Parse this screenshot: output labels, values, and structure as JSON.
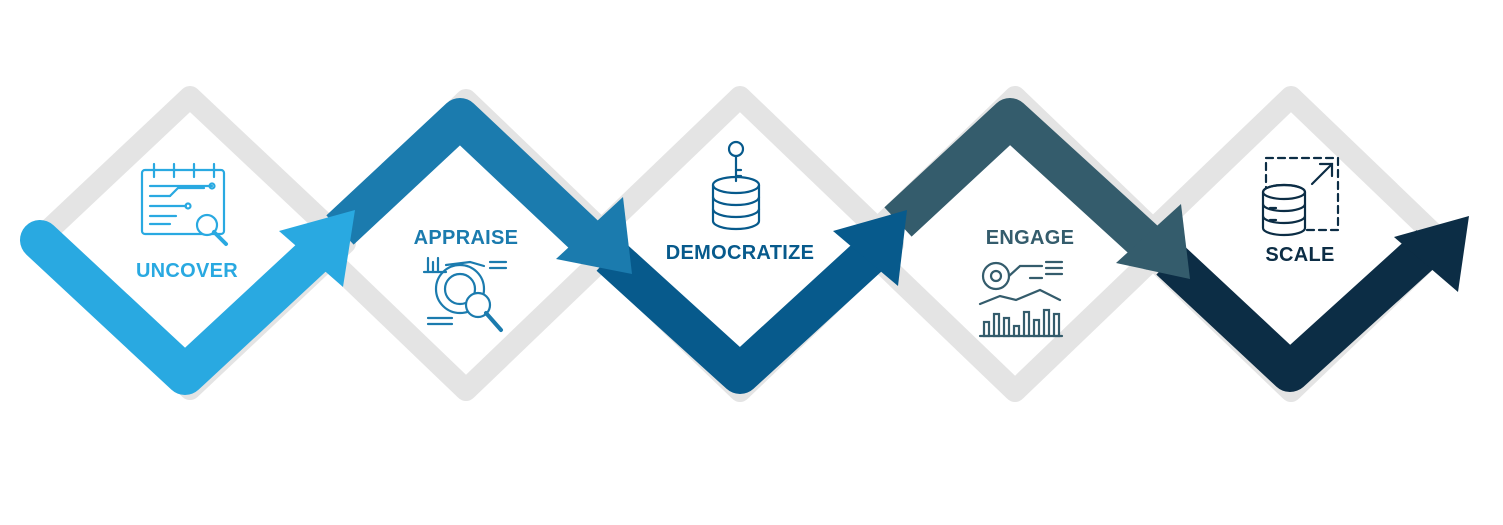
{
  "steps": [
    {
      "label": "UNCOVER",
      "color": "#29A9E1",
      "icon": "checklist-search-icon"
    },
    {
      "label": "APPRAISE",
      "color": "#1B7BAE",
      "icon": "analysis-magnifier-icon"
    },
    {
      "label": "DEMOCRATIZE",
      "color": "#075A8C",
      "icon": "database-key-icon"
    },
    {
      "label": "ENGAGE",
      "color": "#345C6C",
      "icon": "dashboard-chart-icon"
    },
    {
      "label": "SCALE",
      "color": "#0C2D45",
      "icon": "database-scale-icon"
    }
  ],
  "colors": {
    "diamond_outline": "#E4E4E4",
    "background": "#FFFFFF"
  }
}
